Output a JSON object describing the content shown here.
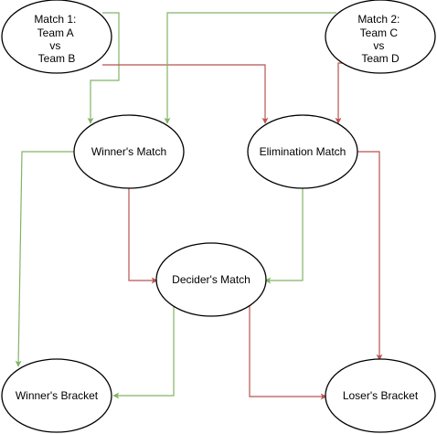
{
  "nodes": {
    "match1": {
      "lines": [
        "Match 1:",
        "Team A",
        "vs",
        "Team B"
      ]
    },
    "match2": {
      "lines": [
        "Match 2:",
        "Team C",
        "vs",
        "Team D"
      ]
    },
    "winners": {
      "lines": [
        "Winner's Match"
      ]
    },
    "elimination": {
      "lines": [
        "Elimination Match"
      ]
    },
    "decider": {
      "lines": [
        "Decider's Match"
      ]
    },
    "wbracket": {
      "lines": [
        "Winner's Bracket"
      ]
    },
    "lbracket": {
      "lines": [
        "Loser's Bracket"
      ]
    }
  },
  "colors": {
    "win_edge": "#82b366",
    "lose_edge": "#b85450",
    "node_stroke": "#000000",
    "node_fill": "#ffffff"
  },
  "edges": [
    {
      "from": "match1",
      "to": "winners",
      "kind": "win"
    },
    {
      "from": "match1",
      "to": "elimination",
      "kind": "lose"
    },
    {
      "from": "match2",
      "to": "winners",
      "kind": "win"
    },
    {
      "from": "match2",
      "to": "elimination",
      "kind": "lose"
    },
    {
      "from": "winners",
      "to": "wbracket",
      "kind": "win"
    },
    {
      "from": "winners",
      "to": "decider",
      "kind": "lose"
    },
    {
      "from": "elimination",
      "to": "decider",
      "kind": "win"
    },
    {
      "from": "elimination",
      "to": "lbracket",
      "kind": "lose"
    },
    {
      "from": "decider",
      "to": "wbracket",
      "kind": "win"
    },
    {
      "from": "decider",
      "to": "lbracket",
      "kind": "lose"
    }
  ]
}
